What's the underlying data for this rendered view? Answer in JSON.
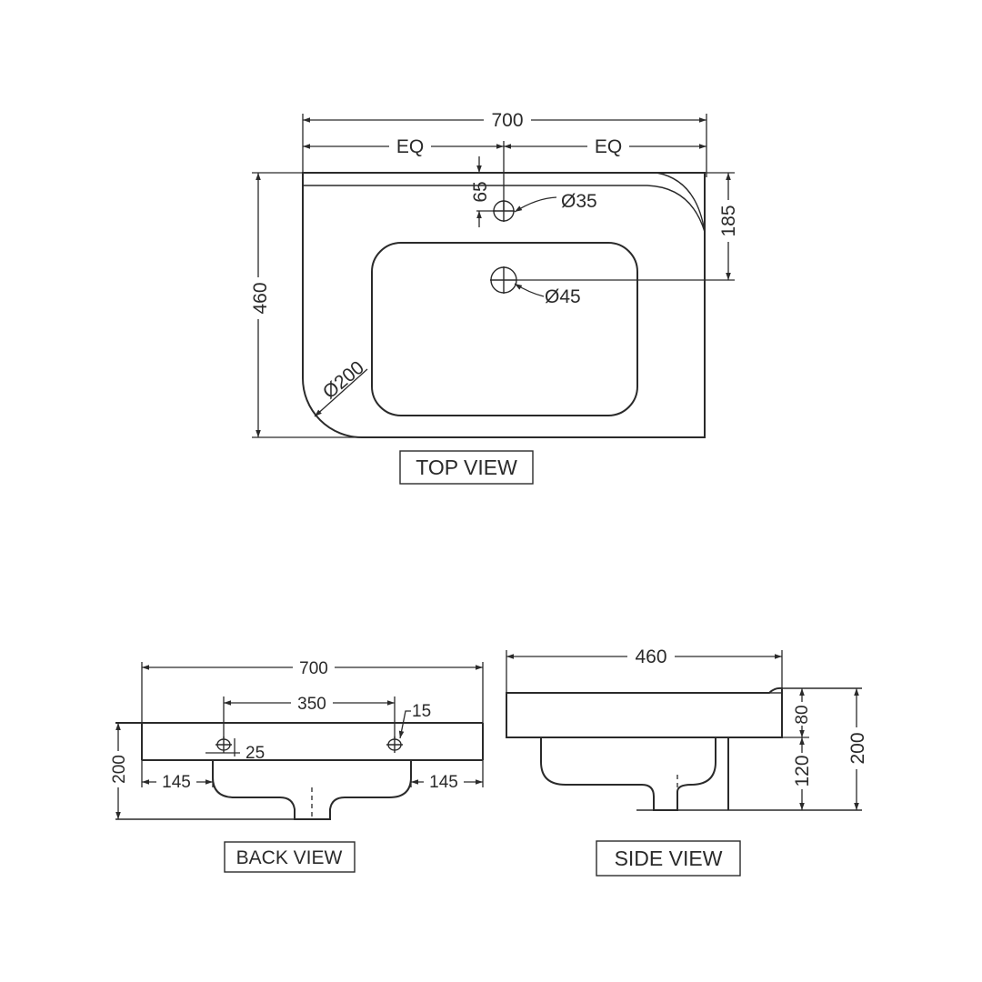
{
  "top_view": {
    "title": "TOP VIEW",
    "overall_width": "700",
    "left_half": "EQ",
    "right_half": "EQ",
    "depth": "460",
    "tap_offset": "65",
    "tap_hole_dia": "Ø35",
    "waste_offset": "185",
    "waste_hole_dia": "Ø45",
    "corner_radius": "Ø200"
  },
  "back_view": {
    "title": "BACK VIEW",
    "overall_width": "700",
    "fixing_centers": "350",
    "fixing_size": "15",
    "fixing_height": "25",
    "left_offset": "145",
    "right_offset": "145",
    "height": "200"
  },
  "side_view": {
    "title": "SIDE VIEW",
    "depth": "460",
    "rim_height": "80",
    "bowl_height": "120",
    "total_height": "200"
  }
}
